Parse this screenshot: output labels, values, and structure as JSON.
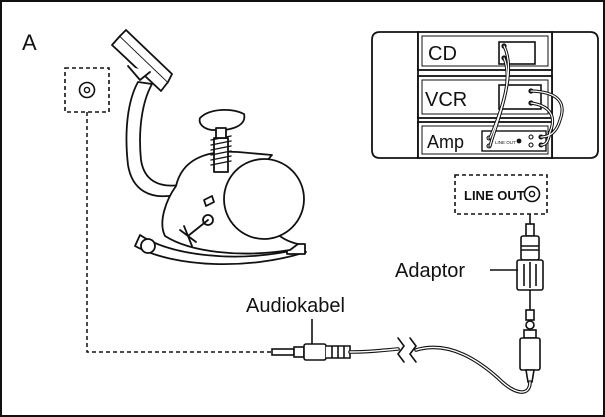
{
  "figure_label": "A",
  "stereo": {
    "cd_label": "CD",
    "vcr_label": "VCR",
    "amp_label": "Amp",
    "amp_small_label": "LINE OUT"
  },
  "line_out_label": "LINE OUT",
  "adaptor_label": "Adaptor",
  "cable_label": "Audiokabel",
  "colors": {
    "ink": "#111111",
    "panel": "#ffffff",
    "speaker": "#ffffff"
  },
  "icons": [
    "audio-jack-icon",
    "exercise-bike-icon",
    "stereo-system-icon",
    "rca-adaptor-icon",
    "mini-plug-icon",
    "cable-break-icon"
  ]
}
